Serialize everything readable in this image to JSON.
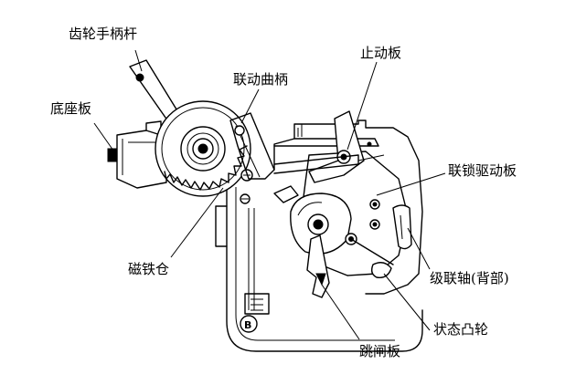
{
  "diagram": {
    "labels": {
      "gear_handle_lever": "齿轮手柄杆",
      "linkage_crank": "联动曲柄",
      "stop_plate": "止动板",
      "base_plate": "底座板",
      "interlock_drive_plate": "联锁驱动板",
      "magnet_chamber": "磁铁仓",
      "stage_linkage_shaft": "级联轴(背部)",
      "status_cam": "状态凸轮",
      "trip_plate": "跳闸板"
    },
    "colors": {
      "ink": "#000000",
      "background": "#ffffff"
    }
  }
}
